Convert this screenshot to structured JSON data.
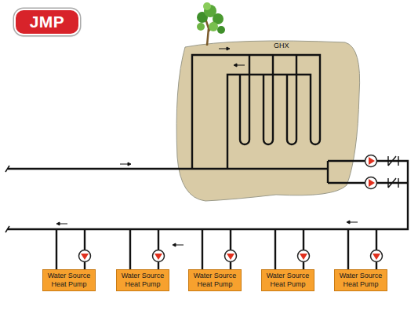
{
  "diagram": {
    "nodes": [
      {
        "text": [
          "JMP"
        ]
      },
      {
        "text": [
          "GHX"
        ]
      },
      {
        "text": [
          "Water Source Heat Pump"
        ]
      },
      {
        "text": [
          "Water Source Heat Pump"
        ]
      },
      {
        "text": [
          "Water Source Heat Pump"
        ]
      },
      {
        "text": [
          "Water Source Heat Pump"
        ]
      },
      {
        "text": [
          "Water Source Heat Pump"
        ]
      }
    ]
  }
}
